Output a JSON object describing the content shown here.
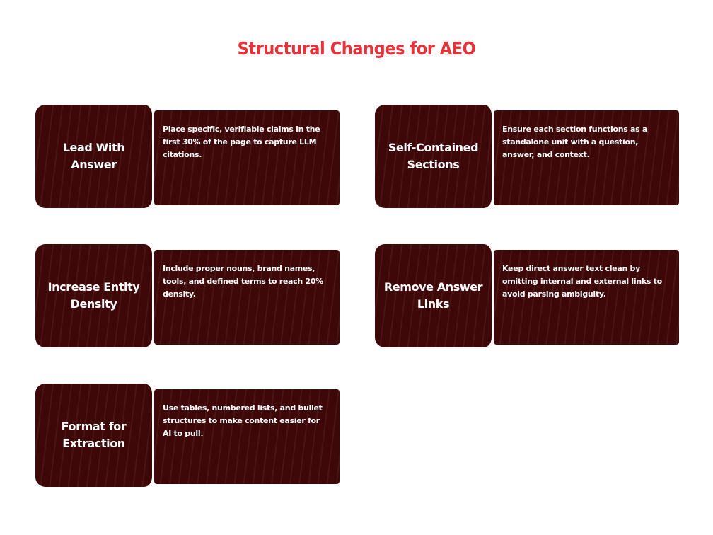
{
  "title": "Structural Changes for AEO",
  "cards": [
    {
      "heading": "Lead With Answer",
      "description": "Place specific, verifiable claims in the first 30% of the page to capture LLM citations."
    },
    {
      "heading": "Self-Contained Sections",
      "description": "Ensure each section functions as a standalone unit with a question, answer, and context."
    },
    {
      "heading": "Increase Entity Density",
      "description": "Include proper nouns, brand names, tools, and defined terms to reach 20% density."
    },
    {
      "heading": "Remove Answer Links",
      "description": "Keep direct answer text clean by omitting internal and external links to avoid parsing ambiguity."
    },
    {
      "heading": "Format for Extraction",
      "description": "Use tables, numbered lists, and bullet structures to make content easier for AI to pull."
    }
  ],
  "colors": {
    "title": "#e8323a",
    "card_background": "#3f0808",
    "card_text": "#ffffff"
  }
}
